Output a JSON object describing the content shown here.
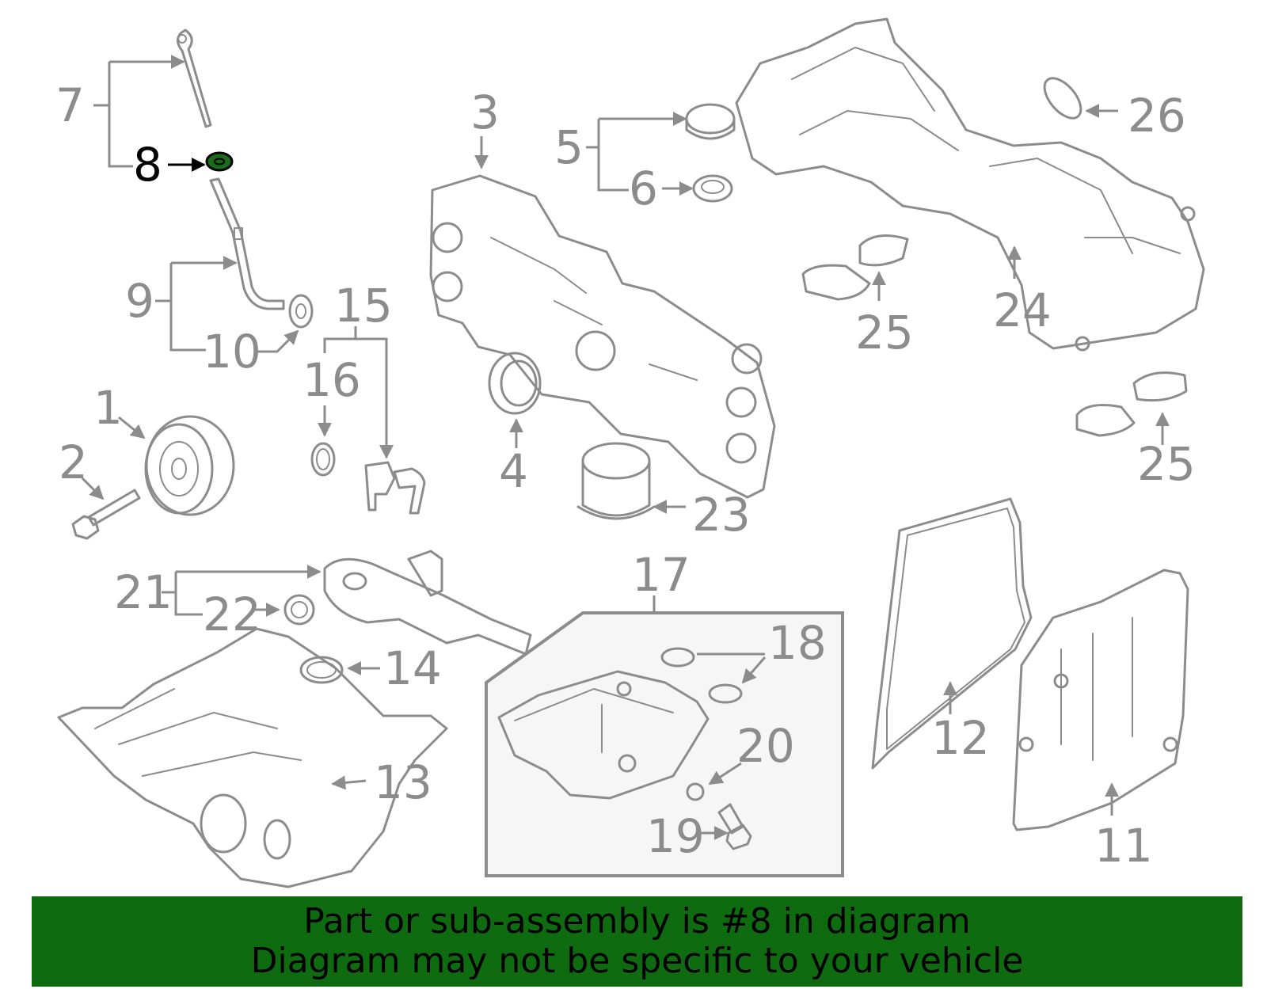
{
  "callouts": {
    "c1": "1",
    "c2": "2",
    "c3": "3",
    "c4": "4",
    "c5": "5",
    "c6": "6",
    "c7": "7",
    "c8": "8",
    "c9": "9",
    "c10": "10",
    "c11": "11",
    "c12": "12",
    "c13": "13",
    "c14": "14",
    "c15": "15",
    "c16": "16",
    "c17": "17",
    "c18": "18",
    "c19": "19",
    "c20": "20",
    "c21": "21",
    "c22": "22",
    "c23": "23",
    "c24": "24",
    "c25a": "25",
    "c25b": "25",
    "c26": "26"
  },
  "highlight": {
    "part": "8",
    "color": "#1a6b1a"
  },
  "colors": {
    "line": "#8c8c8c",
    "banner": "#0f6b0f",
    "inset_fill": "#f6f6f6"
  },
  "banner": {
    "line1": "Part or sub-assembly is #8 in diagram",
    "line2": "Diagram may not be specific to your vehicle"
  }
}
